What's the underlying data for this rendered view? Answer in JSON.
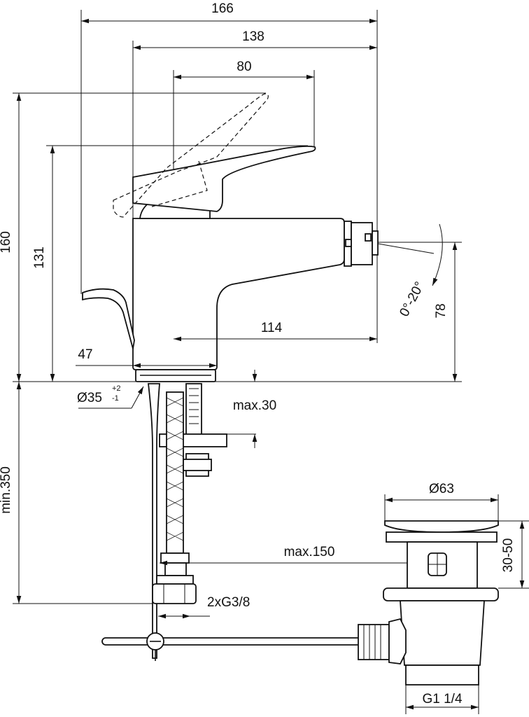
{
  "drawing": {
    "dimensions": {
      "overall_width": "166",
      "body_to_outlet": "138",
      "lever_reach": "80",
      "total_height": "160",
      "lever_height": "131",
      "spout_reach": "114",
      "body_width": "47",
      "mount_hole": "Ø35",
      "hole_tol_plus": "+2",
      "hole_tol_minus": "-1",
      "deck_thickness": "max.30",
      "hose_length": "min.350",
      "pop_up_distance": "max.150",
      "connection": "2xG3/8",
      "waste_diameter": "Ø63",
      "waste_range": "30-50",
      "waste_thread": "G1 1/4",
      "outlet_height": "78",
      "spray_angle": "0°-20°"
    }
  }
}
